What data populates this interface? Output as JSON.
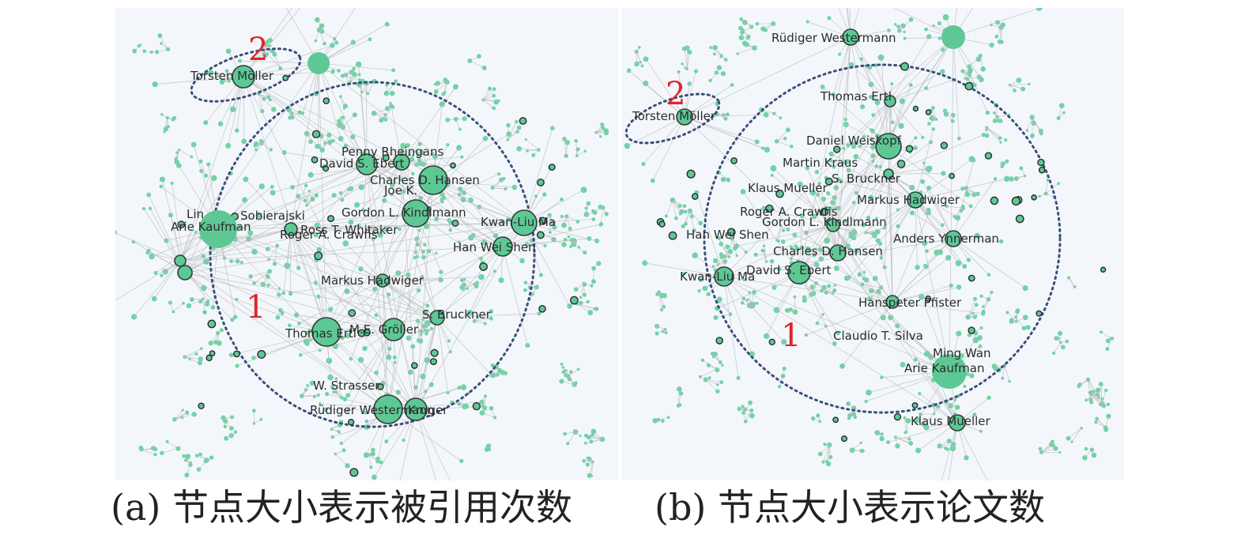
{
  "panel_a": {
    "caption": "(a) 节点大小表示被引用次数",
    "cluster_labels": [
      {
        "text": "1",
        "at": "center-left"
      },
      {
        "text": "2",
        "at": "top-left"
      }
    ],
    "nodes": [
      "Torsten Möller",
      "Penny Rheingans",
      "David S. Ebert",
      "Charles D. Hansen",
      "Joe K.",
      "Lin",
      "Arie Kaufman",
      "Sobierajski",
      "Gordon L. Kindlmann",
      "Ross T. Whitaker",
      "Roger A. Crawfis",
      "Kwan-Liu Ma",
      "Han Wei Shen",
      "Markus Hadwiger",
      "S. Bruckner",
      "Thomas Ertl",
      "M.E. Gröller",
      "W. Strasser",
      "Rüdiger Westermann",
      "Kruger"
    ]
  },
  "panel_b": {
    "caption": "(b) 节点大小表示论文数",
    "cluster_labels": [
      {
        "text": "1",
        "at": "center-bottom"
      },
      {
        "text": "2",
        "at": "top-left"
      }
    ],
    "nodes": [
      "Rüdiger Westermann",
      "Torsten Möller",
      "Thomas Ertl",
      "Daniel Weiskopf",
      "Martin Kraus",
      "S. Bruckner",
      "Klaus Mueller",
      "Markus Hadwiger",
      "Roger A. Crawfis",
      "Gordon L. Kindlmann",
      "Han Wei Shen",
      "Anders Ynnerman",
      "Charles D. Hansen",
      "Kwan-Liu Ma",
      "David S. Ebert",
      "Hanspeter Pfister",
      "Claudio T. Silva",
      "Ming Wan",
      "Arie Kaufman",
      "Klaus Mueller"
    ]
  }
}
